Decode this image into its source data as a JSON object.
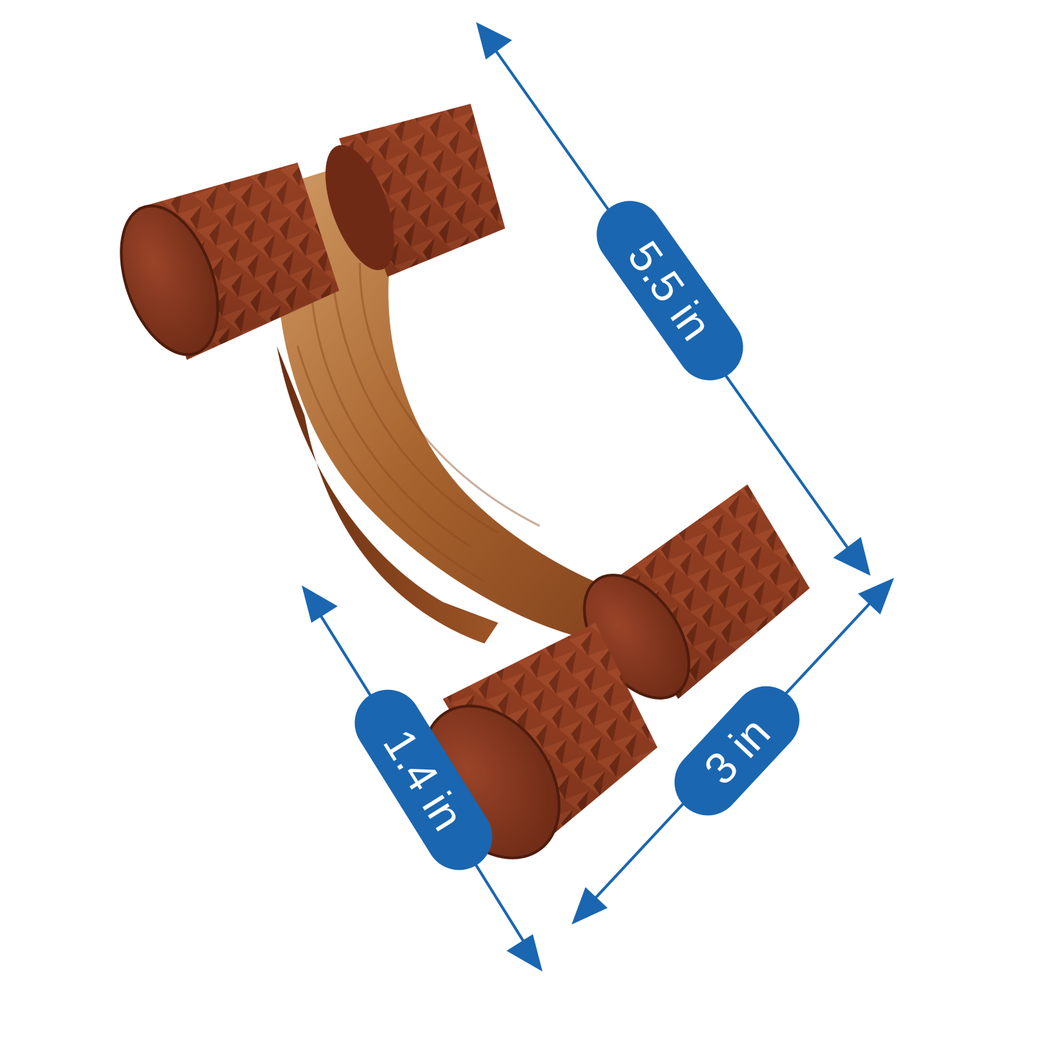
{
  "colors": {
    "background": "#ffffff",
    "dimension_blue": "#1a66b0",
    "label_text": "#ffffff",
    "wood_dark": "#6e2c17",
    "wood_mid": "#8f3f22",
    "wood_light": "#b8744a",
    "handle_dark": "#7a3a18",
    "handle_mid": "#a5612f",
    "handle_light": "#d6a46f"
  },
  "dimensions": {
    "length": {
      "label": "5.5 in"
    },
    "width": {
      "label": "3 in"
    },
    "depth": {
      "label": "1.4 in"
    }
  },
  "product": {
    "icon": "wooden-massage-roller-icon",
    "roller_count": 4
  }
}
